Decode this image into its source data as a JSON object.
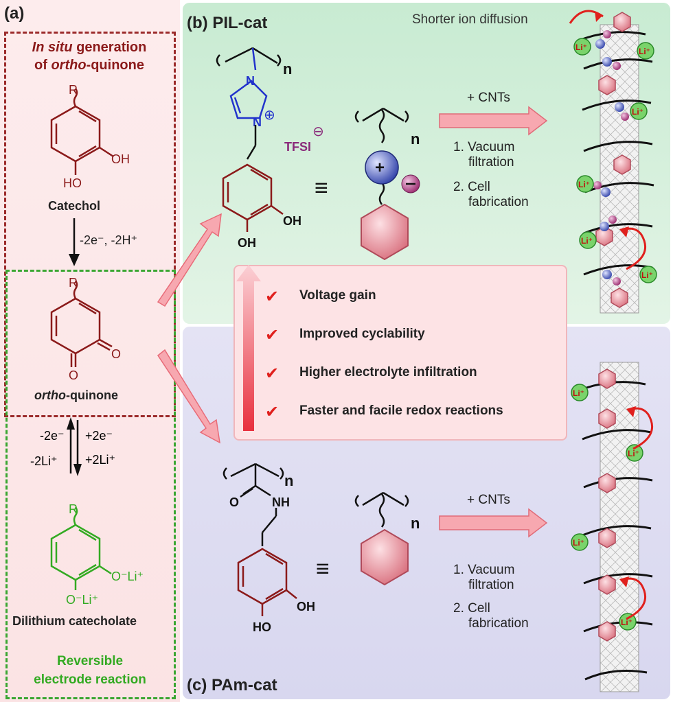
{
  "panel_a": {
    "label": "(a)",
    "title_line1_italic": "In situ",
    "title_line1_rest": " generation",
    "title_line2_prefix": "of ",
    "title_line2_italic": "ortho",
    "title_line2_rest": "-quinone",
    "catechol_r": "R",
    "catechol_oh_right": "OH",
    "catechol_oh_bottom": "HO",
    "catechol_name": "Catechol",
    "oxidation_step": "-2e⁻, -2H⁺",
    "quinone_r": "R",
    "quinone_o1": "O",
    "quinone_o2": "O",
    "quinone_name_italic": "ortho",
    "quinone_name_rest": "-quinone",
    "rev_left_1": "-2e⁻",
    "rev_left_2": "-2Li⁺",
    "rev_right_1": "+2e⁻",
    "rev_right_2": "+2Li⁺",
    "li_r": "R",
    "li_o1": "O⁻Li⁺",
    "li_o2": "O⁻Li⁺",
    "li_name": "Dilithium catecholate",
    "footer_line1": "Reversible",
    "footer_line2": "electrode reaction"
  },
  "panel_b": {
    "label": "(b) PIL-cat",
    "n1": "n",
    "n2": "n",
    "n_atom1": "N",
    "n_atom2": "N",
    "plus": "⊕",
    "counterion": "TFSI",
    "minus": "⊖",
    "oh1": "OH",
    "oh2": "OH",
    "equiv": "≡",
    "cnts": "+ CNTs",
    "step1_line1": "1. Vacuum",
    "step1_line2": "filtration",
    "step2_line1": "2. Cell",
    "step2_line2": "fabrication",
    "diffusion": "Shorter ion diffusion"
  },
  "benefits": [
    "Voltage gain",
    "Improved cyclability",
    "Higher electrolyte infiltration",
    "Faster and facile redox reactions"
  ],
  "check_symbol": "✔",
  "panel_c": {
    "label": "(c) PAm-cat",
    "n1": "n",
    "n2": "n",
    "o_atom": "O",
    "nh": "NH",
    "oh1": "OH",
    "oh2": "HO",
    "equiv": "≡",
    "cnts": "+ CNTs",
    "step1_line1": "1. Vacuum",
    "step1_line2": "filtration",
    "step2_line1": "2. Cell",
    "step2_line2": "fabrication"
  },
  "li_label": "Li⁺",
  "colors": {
    "maroon": "#8b1a1a",
    "green": "#33aa22",
    "blue": "#2233cc",
    "pink_arrow": "#f7a8b0",
    "red": "#e0201d"
  }
}
